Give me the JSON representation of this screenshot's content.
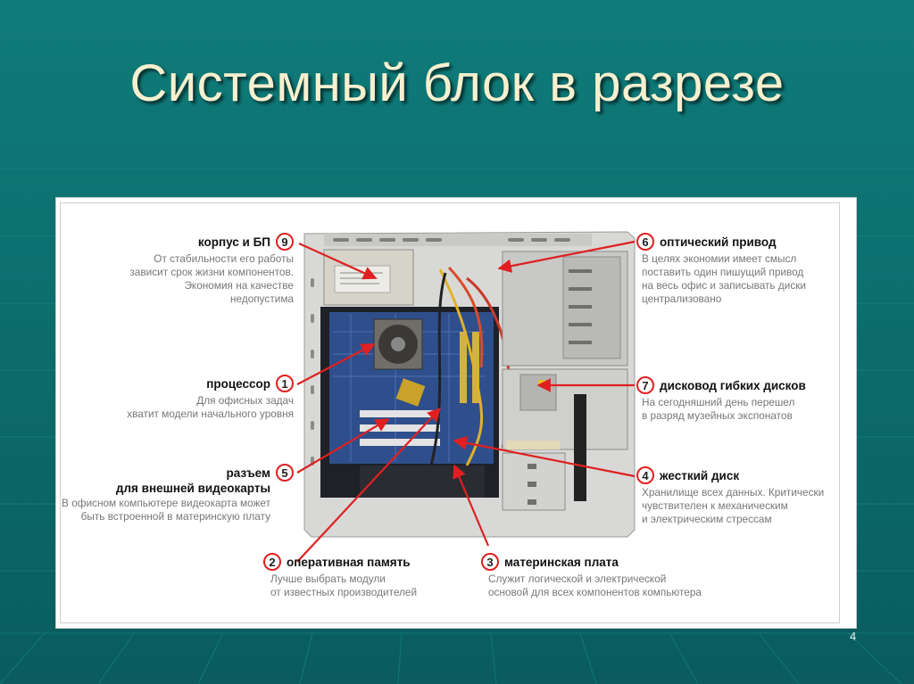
{
  "slide": {
    "title": "Системный блок в разрезе",
    "page_number": "4"
  },
  "colors": {
    "background": "#0d6f70",
    "title": "#f7f0cf",
    "arrow": "#e02020"
  },
  "callouts": {
    "case_psu": {
      "number": "9",
      "label": "корпус и БП",
      "desc": [
        "От стабильности его работы",
        "зависит срок жизни компонентов.",
        "Экономия на качестве",
        "недопустима"
      ]
    },
    "cpu": {
      "number": "1",
      "label": "процессор",
      "desc": [
        "Для офисных задач",
        "хватит модели начального уровня"
      ]
    },
    "gpu_slot": {
      "number": "5",
      "label": "разъем",
      "label2": "для внешней видеокарты",
      "desc": [
        "В офисном компьютере видеокарта может",
        "быть встроенной в материнскую плату"
      ]
    },
    "ram": {
      "number": "2",
      "label": "оперативная память",
      "desc": [
        "Лучше выбрать модули",
        "от известных производителей"
      ]
    },
    "motherboard": {
      "number": "3",
      "label": "материнская плата",
      "desc": [
        "Служит логической и электрической",
        "основой для всех компонентов компьютера"
      ]
    },
    "optical": {
      "number": "6",
      "label": "оптический привод",
      "desc": [
        "В целях экономии имеет смысл",
        "поставить один пишущий привод",
        "на весь офис и записывать диски",
        "централизовано"
      ]
    },
    "floppy": {
      "number": "7",
      "label": "дисковод гибких дисков",
      "desc": [
        "На сегодняшний день перешел",
        "в разряд музейных экспонатов"
      ]
    },
    "hdd": {
      "number": "4",
      "label": "жесткий диск",
      "desc": [
        "Хранилище всех данных. Критически",
        "чувствителен к механическим",
        "и электрическим стрессам"
      ]
    }
  }
}
